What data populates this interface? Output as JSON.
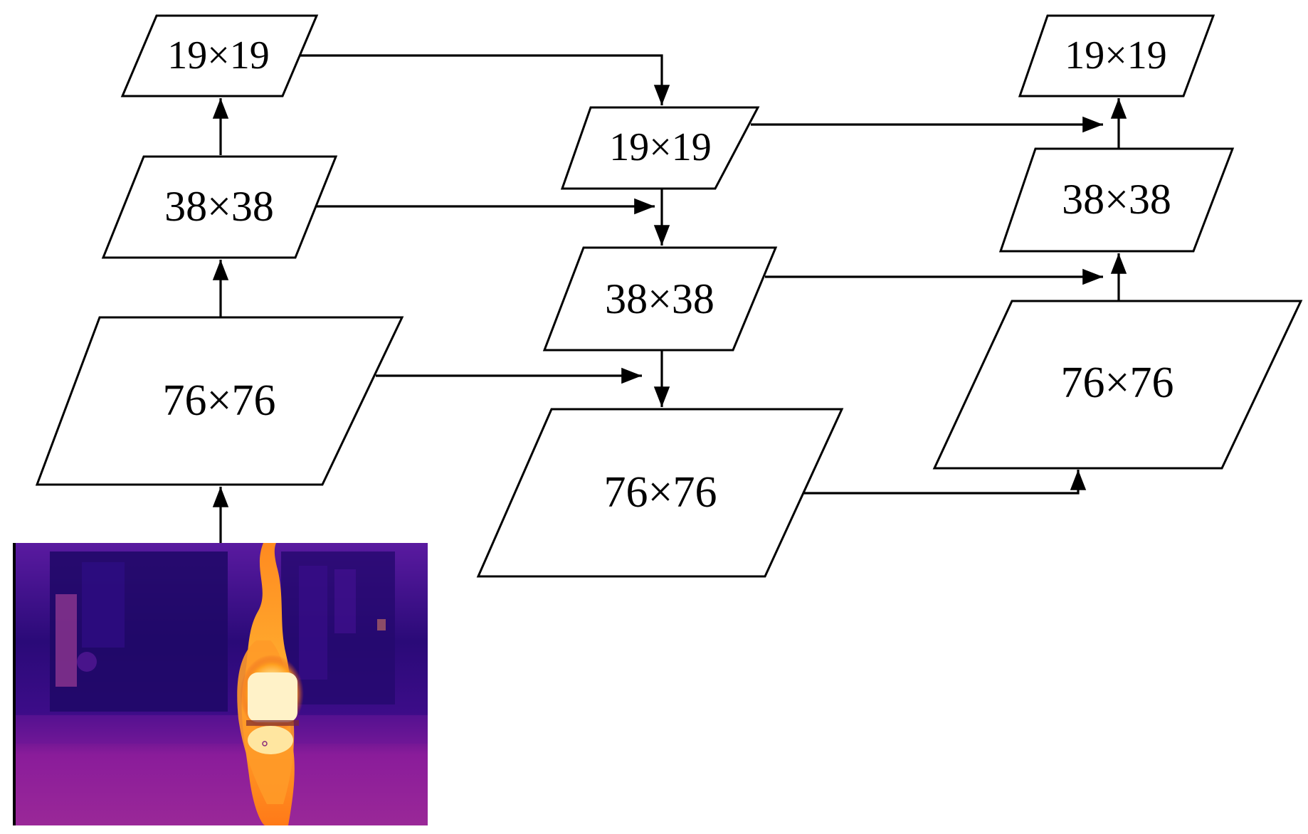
{
  "diagram": {
    "nodes": {
      "backbone_19": "19×19",
      "backbone_38": "38×38",
      "backbone_76": "76×76",
      "topdown_19": "19×19",
      "topdown_38": "38×38",
      "topdown_76": "76×76",
      "bottomup_19": "19×19",
      "bottomup_38": "38×38",
      "bottomup_76": "76×76"
    },
    "input_image": {
      "description_icon": "thermal-fire-image",
      "palette": [
        "#3a0a7a",
        "#6a1aa8",
        "#b02a9a",
        "#e8562a",
        "#ffb030",
        "#fff0c0"
      ]
    }
  }
}
